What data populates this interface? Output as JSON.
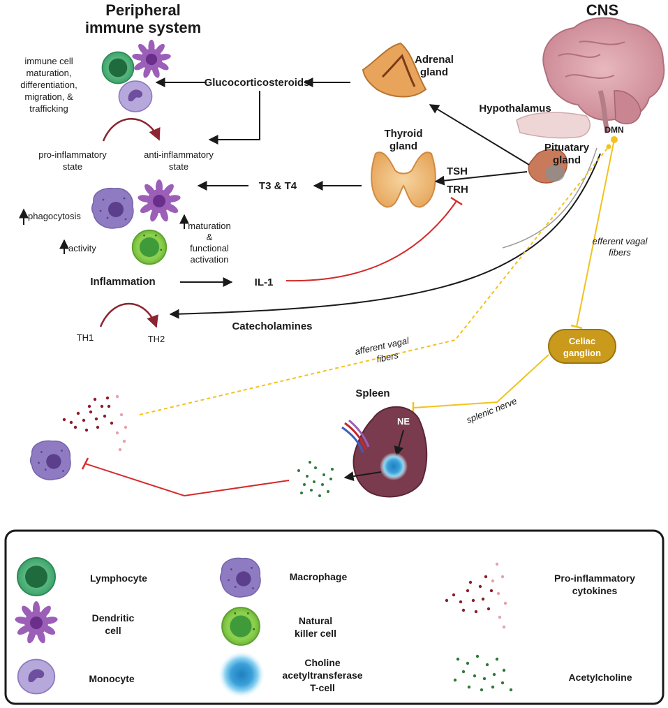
{
  "headers": {
    "peripheral": [
      "Peripheral",
      "immune system"
    ],
    "cns": "CNS"
  },
  "labels": {
    "immune_cell_processes": [
      "immune cell",
      "maturation,",
      "differentiation,",
      "migration, &",
      "trafficking"
    ],
    "glucocorticosteroids": "Glucocorticosteroids",
    "adrenal_gland": [
      "Adrenal",
      "gland"
    ],
    "hypothalamus": "Hypothalamus",
    "thyroid_gland": [
      "Thyroid",
      "gland"
    ],
    "pituatary_gland": [
      "Pituatary",
      "gland"
    ],
    "dmn": "DMN",
    "pro_inflammatory_state": [
      "pro-inflammatory",
      "state"
    ],
    "anti_inflammatory_state": [
      "anti-inflammatory",
      "state"
    ],
    "tsh": "TSH",
    "trh": "TRH",
    "t3_t4": "T3 & T4",
    "phagocytosis": "phagocytosis",
    "maturation_activation": [
      "maturation",
      "&",
      "functional",
      "activation"
    ],
    "activity": "activity",
    "efferent_vagal": [
      "efferent vagal",
      "fibers"
    ],
    "inflammation": "Inflammation",
    "il1": "IL-1",
    "catecholamines": "Catecholamines",
    "th1": "TH1",
    "th2": "TH2",
    "afferent_vagal": [
      "afferent vagal",
      "fibers"
    ],
    "celiac_ganglion": [
      "Celiac",
      "ganglion"
    ],
    "spleen": "Spleen",
    "splenic_nerve": "splenic nerve",
    "ne": "NE"
  },
  "legend": {
    "lymphocyte": "Lymphocyte",
    "macrophage": "Macrophage",
    "pro_inflammatory_cytokines": [
      "Pro-inflammatory",
      "cytokines"
    ],
    "dendritic_cell": [
      "Dendritic",
      "cell"
    ],
    "natural_killer_cell": [
      "Natural",
      "killer cell"
    ],
    "monocyte": "Monocyte",
    "chat_t_cell": [
      "Choline",
      "acetyltransferase",
      "T-cell"
    ],
    "acetylcholine": "Acetylcholine"
  },
  "colors": {
    "arrow_black": "#1a1a1a",
    "inhibit_red": "#d42a2a",
    "curve_maroon": "#8b2530",
    "vagal_yellow": "#f2c21d",
    "ganglion_fill": "#c99a1c",
    "spleen_fill": "#7a3b4f",
    "lymphocyte": "#3fa36b",
    "dendritic": "#9b5fb8",
    "monocyte": "#9a86c9",
    "macrophage": "#8e7bc2",
    "nk_cell": "#8fd14f",
    "chat_cell": "#3ba0d8",
    "cytokine": "#8b1e2a",
    "acetylcholine": "#2f7a3a",
    "brain": "#d9a0a8"
  }
}
